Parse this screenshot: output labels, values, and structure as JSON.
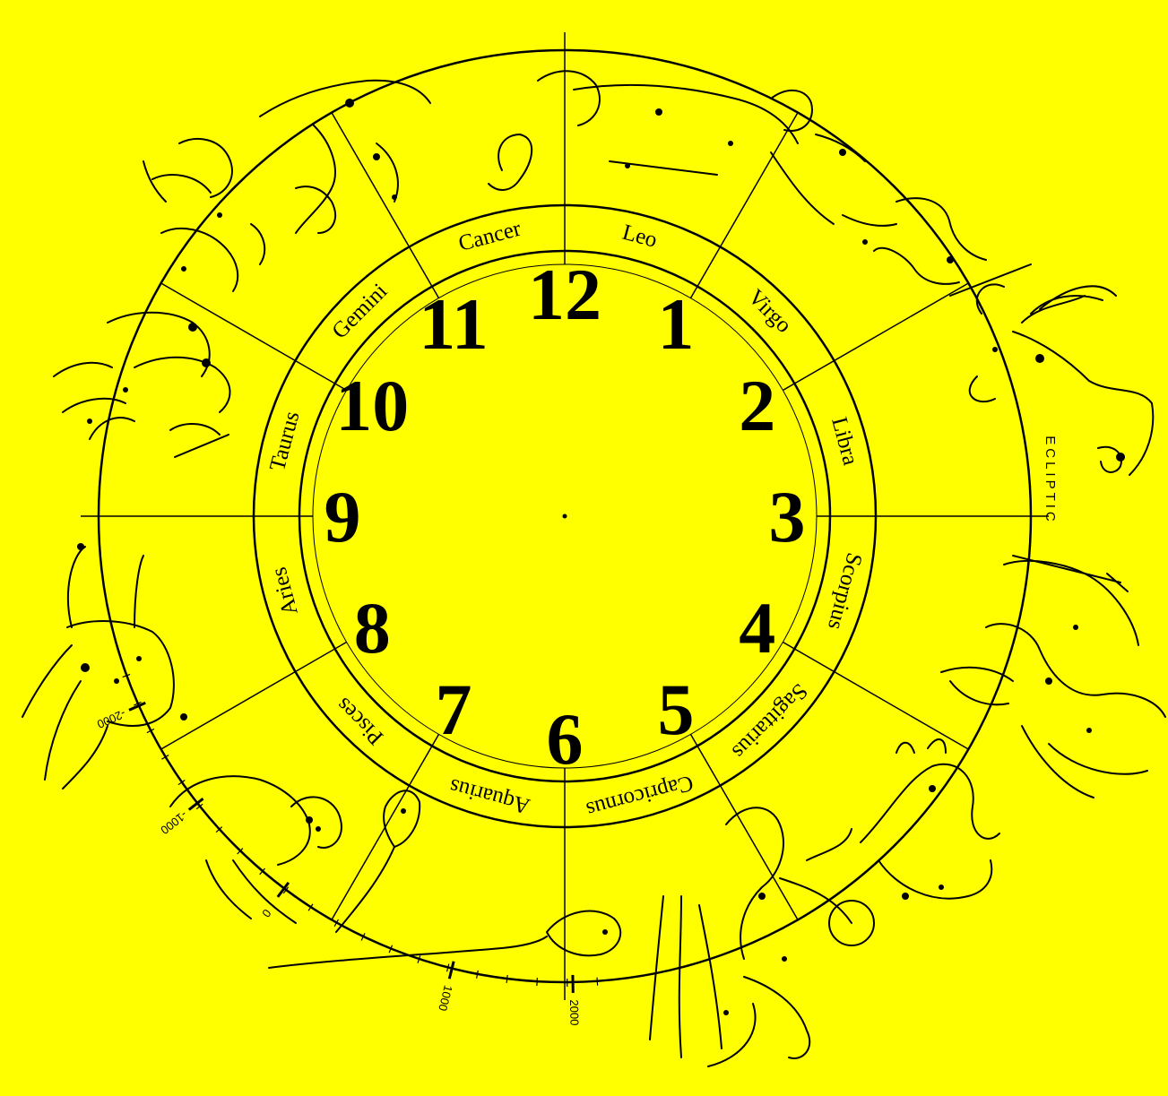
{
  "signs": [
    {
      "name": "Leo",
      "angle": 15
    },
    {
      "name": "Virgo",
      "angle": 45
    },
    {
      "name": "Libra",
      "angle": 75
    },
    {
      "name": "Scorpius",
      "angle": 105
    },
    {
      "name": "Sagittarius",
      "angle": 135
    },
    {
      "name": "Capricornus",
      "angle": 165
    },
    {
      "name": "Aquarius",
      "angle": 195
    },
    {
      "name": "Pisces",
      "angle": 225
    },
    {
      "name": "Aries",
      "angle": 255
    },
    {
      "name": "Taurus",
      "angle": 285
    },
    {
      "name": "Gemini",
      "angle": 315
    },
    {
      "name": "Cancer",
      "angle": 345
    }
  ],
  "numerals": [
    "12",
    "1",
    "2",
    "3",
    "4",
    "5",
    "6",
    "7",
    "8",
    "9",
    "10",
    "11"
  ],
  "ecliptic_label": "ECLIPTIC",
  "years": [
    {
      "label": "2000",
      "angle": 179
    },
    {
      "label": "1000",
      "angle": 194
    },
    {
      "label": "0",
      "angle": 217
    },
    {
      "label": "-1000",
      "angle": 232
    },
    {
      "label": "-2000",
      "angle": 246
    }
  ],
  "constellation_figures": [
    "scorpion-icon",
    "archer-icon",
    "goat-icon",
    "water-bearer-icon",
    "fish-icon",
    "ram-icon",
    "bull-icon",
    "twins-icon",
    "crab-icon",
    "lion-icon",
    "maiden-icon",
    "scales-icon"
  ]
}
